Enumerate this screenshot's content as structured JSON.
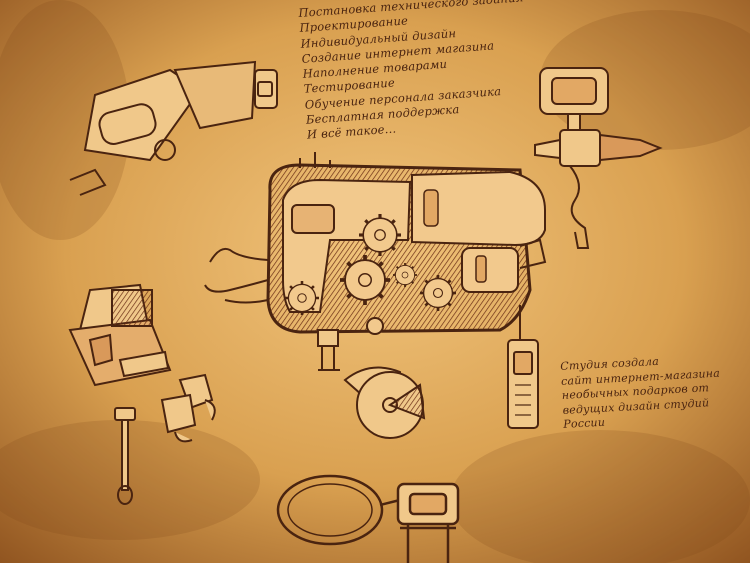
{
  "list_note": {
    "lines": [
      "Постановка технического задания",
      "Проектирование",
      "Индивидуальный дизайн",
      "Создание интернет магазина",
      "Наполнение товарами",
      "Тестирование",
      "Обучение персонала заказчика",
      "Бесплатная поддержка",
      "И всё такое..."
    ]
  },
  "credit_note": {
    "lines": [
      "Студия создала",
      "сайт интернет-магазина",
      "необычных подарков от",
      "ведущих дизайн студий",
      "России"
    ]
  },
  "colors": {
    "parchment_light": "#e9b86b",
    "parchment_mid": "#d39a4d",
    "parchment_dark": "#8a4f1e",
    "ink": "#4a2410",
    "machine_fill": "#f0c88a",
    "machine_shadow": "#7a3a1c"
  }
}
